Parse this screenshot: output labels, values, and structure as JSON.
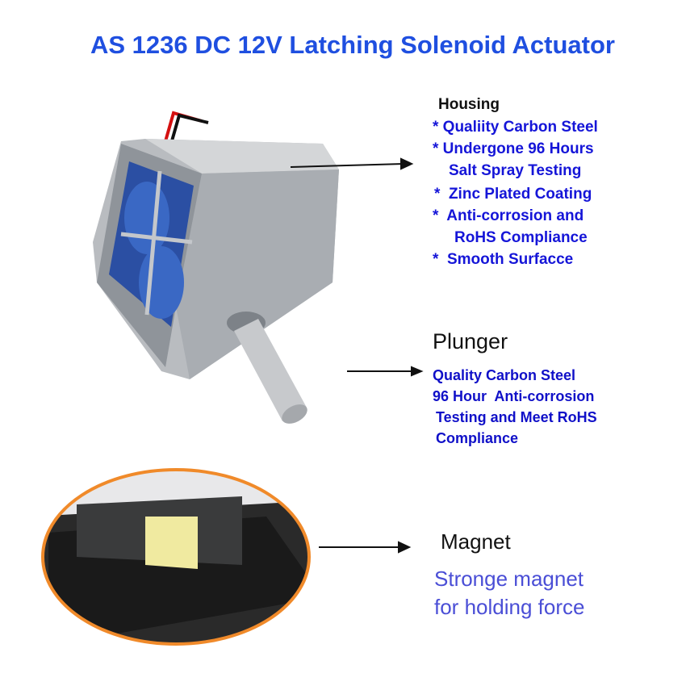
{
  "title": "AS 1236 DC 12V Latching Solenoid Actuator",
  "housing": {
    "heading": "Housing",
    "lines": [
      "* Qualiity Carbon Steel",
      "* Undergone 96 Hours",
      "Salt Spray Testing",
      "*  Zinc Plated Coating",
      "*  Anti-corrosion and",
      "RoHS Compliance",
      "*  Smooth Surfacce"
    ]
  },
  "plunger": {
    "heading": "Plunger",
    "lines": [
      "Quality Carbon Steel",
      "96 Hour  Anti-corrosion",
      "Testing and Meet RoHS",
      "Compliance"
    ]
  },
  "magnet": {
    "heading": "Magnet",
    "lines": [
      "Stronge magnet",
      "for holding force"
    ]
  },
  "colors": {
    "title": "#1f4fe0",
    "body_blue": "#1515d8",
    "magnet_text": "#4a4ed6",
    "callout_ring": "#f08a2a",
    "coil": "#2a4fa8"
  }
}
